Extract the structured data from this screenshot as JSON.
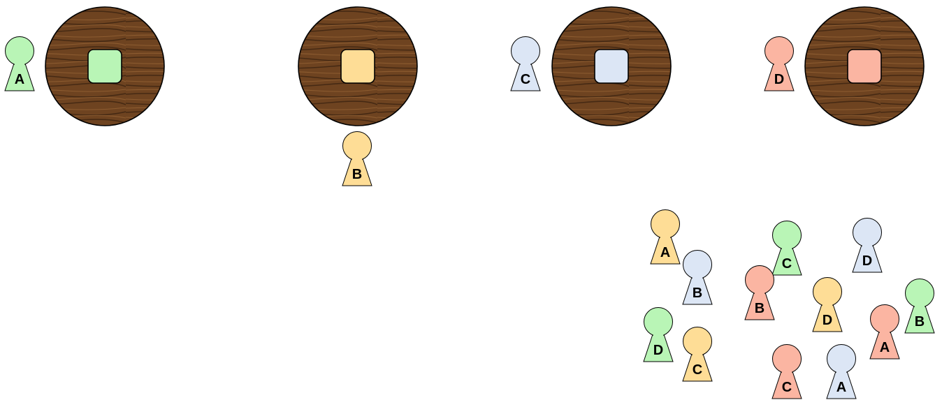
{
  "colors": {
    "green": "#b9f5b6",
    "yellow": "#fedd96",
    "blue": "#dce6f5",
    "red": "#fbb5a2",
    "wood_base": "#6e4320",
    "wood_dark": "#3e2410",
    "wood_light": "#8a5a30",
    "outline": "#000000"
  },
  "tables": [
    {
      "id": "table-green",
      "color": "green"
    },
    {
      "id": "table-yellow",
      "color": "yellow"
    },
    {
      "id": "table-blue",
      "color": "blue"
    },
    {
      "id": "table-red",
      "color": "red"
    }
  ],
  "seated_pawns": [
    {
      "label": "A",
      "color": "green"
    },
    {
      "label": "B",
      "color": "yellow"
    },
    {
      "label": "C",
      "color": "blue"
    },
    {
      "label": "D",
      "color": "red"
    }
  ],
  "pool_pawns": [
    {
      "label": "A",
      "color": "yellow"
    },
    {
      "label": "B",
      "color": "blue"
    },
    {
      "label": "D",
      "color": "green"
    },
    {
      "label": "C",
      "color": "yellow"
    },
    {
      "label": "C",
      "color": "green"
    },
    {
      "label": "B",
      "color": "red"
    },
    {
      "label": "D",
      "color": "yellow"
    },
    {
      "label": "C",
      "color": "red"
    },
    {
      "label": "A",
      "color": "blue"
    },
    {
      "label": "D",
      "color": "blue"
    },
    {
      "label": "A",
      "color": "red"
    },
    {
      "label": "B",
      "color": "green"
    }
  ]
}
